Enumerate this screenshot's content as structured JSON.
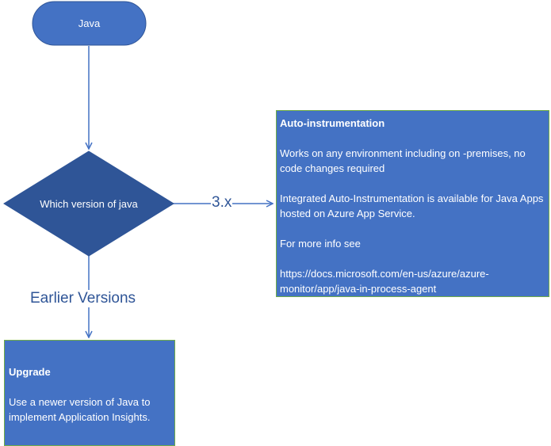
{
  "nodes": {
    "start": {
      "label": "Java"
    },
    "decision": {
      "label": "Which version of java"
    },
    "auto_instrumentation": {
      "title": "Auto-instrumentation",
      "paragraphs": [
        "Works on any environment including on -premises, no code changes required",
        "Integrated Auto-Instrumentation is available for Java Apps hosted on Azure App Service.",
        "For more info see",
        "https://docs.microsoft.com/en-us/azure/azure-monitor/app/java-in-process-agent"
      ]
    },
    "upgrade": {
      "title": "Upgrade",
      "paragraphs": [
        "Use a newer version of Java to implement Application Insights."
      ]
    }
  },
  "edges": {
    "to_auto": {
      "label": "3.x"
    },
    "to_upgrade": {
      "label": "Earlier Versions"
    }
  },
  "colors": {
    "node_fill": "#4472c4",
    "node_stroke": "#2f5597",
    "box_border": "#70ad47",
    "connector": "#4472c4",
    "edge_label": "#2f5597",
    "text": "#ffffff"
  }
}
